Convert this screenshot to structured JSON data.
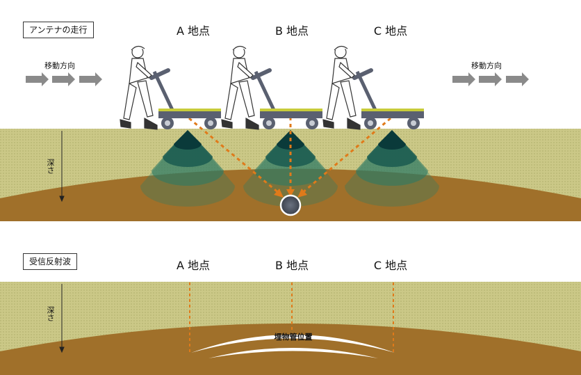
{
  "top": {
    "title": "アンテナの走行",
    "direction_label": "移動方向",
    "depth_label": "深さ",
    "points": [
      "A 地点",
      "B 地点",
      "C 地点"
    ]
  },
  "bottom": {
    "title": "受信反射波",
    "depth_label": "深さ",
    "points": [
      "A 地点",
      "B 地点",
      "C 地点"
    ],
    "pipe_label": "埋物管位置"
  },
  "colors": {
    "topsoil": "#cbc887",
    "subsoil": "#a0702a",
    "wave_dark": "#0a3a3a",
    "wave_mid": "#2d7a64",
    "ray": "#e07a1a",
    "arrow": "#8a8a8a",
    "cart": "#5a6070",
    "cart_top": "#c8cc3a"
  }
}
